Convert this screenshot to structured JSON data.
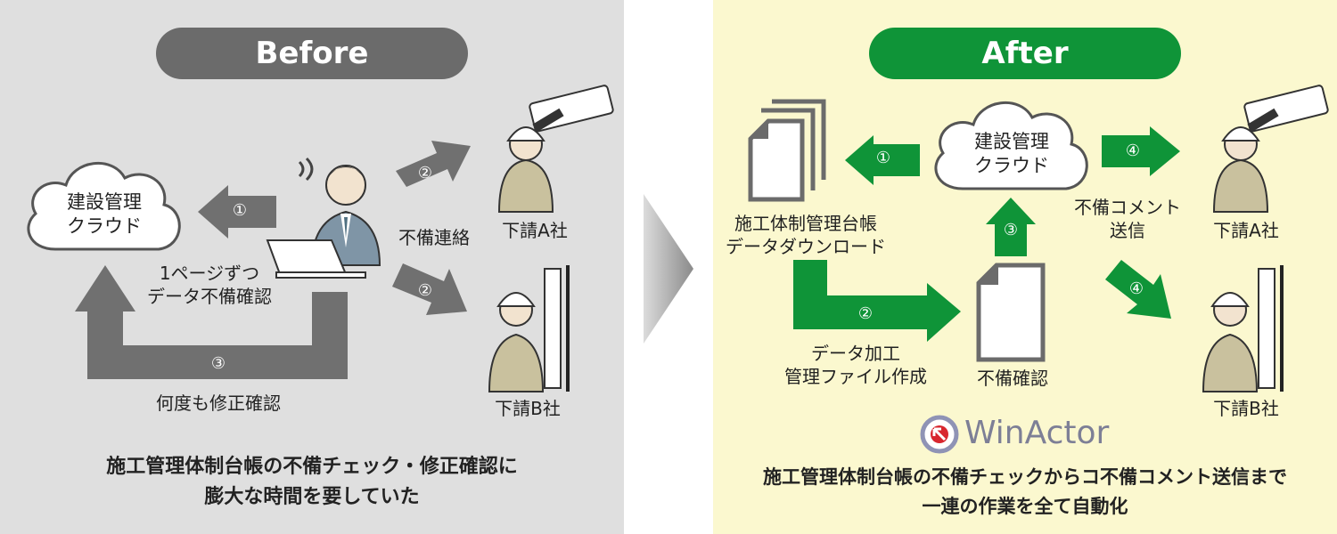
{
  "before": {
    "title": "Before",
    "cloud": "建設管理\nクラウド",
    "step1": "①",
    "step2a": "②",
    "step2b": "②",
    "step3": "③",
    "check_label": "1ページずつ\nデータ不備確認",
    "notify_label": "不備連絡",
    "repeat_label": "何度も修正確認",
    "company_a": "下請A社",
    "company_b": "下請B社",
    "caption": "施工管理体制台帳の不備チェック・修正確認に\n膨大な時間を要していた"
  },
  "after": {
    "title": "After",
    "cloud": "建設管理\nクラウド",
    "step1": "①",
    "step2": "②",
    "step3": "③",
    "step4a": "④",
    "step4b": "④",
    "download_label": "施工体制管理台帳\nデータダウンロード",
    "process_label": "データ加工\n管理ファイル作成",
    "check_label": "不備確認",
    "send_label": "不備コメント\n送信",
    "company_a": "下請A社",
    "company_b": "下請B社",
    "brand": "WinActor",
    "caption": "施工管理体制台帳の不備チェックからコ不備コメント送信まで\n一連の作業を全て自動化"
  },
  "colors": {
    "before_bg": "#dfdfdf",
    "after_bg": "#fbf8cf",
    "before_arrow": "#707070",
    "after_arrow": "#0f9438",
    "before_pill": "#6b6b6b",
    "after_pill": "#0f9438"
  }
}
